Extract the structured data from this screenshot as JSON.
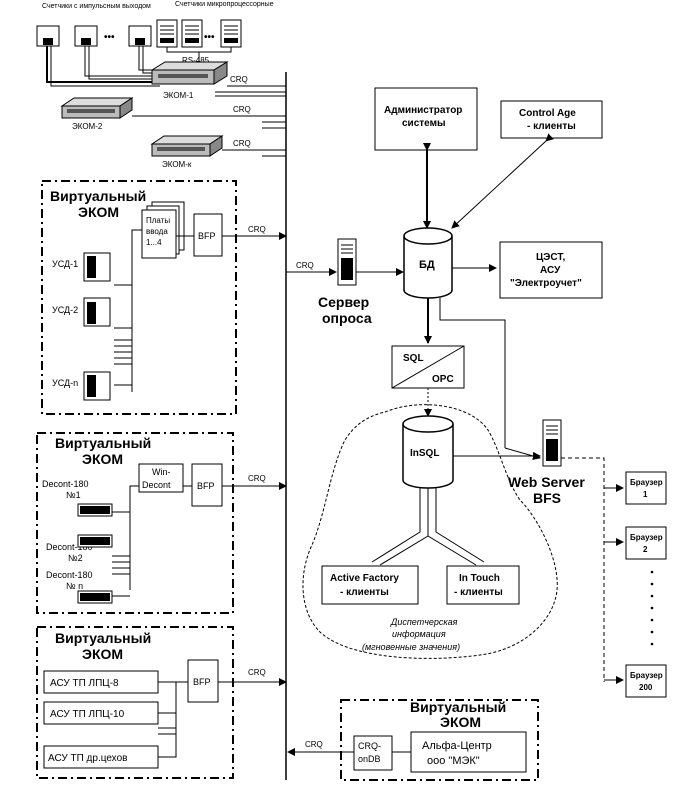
{
  "top": {
    "meters_impulse": "Счетчики с импульсным выходом",
    "meters_micro": "Счетчики микропроцессорные",
    "ellipsis": "•••",
    "rs485": "RS-485",
    "ekom1": "ЭКОМ-1",
    "ekom2": "ЭКОМ-2",
    "ekomk": "ЭКОМ-к",
    "crq": "CRQ"
  },
  "v1": {
    "title1": "Виртуальный",
    "title2": "ЭКОМ",
    "boards1": "Платы",
    "boards2": "ввода",
    "boards3": "1...4",
    "usd1": "УСД-1",
    "usd2": "УСД-2",
    "usdn": "УСД-n",
    "bfp": "BFP",
    "crq": "CRQ"
  },
  "v2": {
    "title1": "Виртуальный",
    "title2": "ЭКОМ",
    "win1": "Win-",
    "win2": "Decont",
    "d1a": "Decont-180",
    "d1b": "№1",
    "d2a": "Decont-180",
    "d2b": "№2",
    "dna": "Decont-180",
    "dnb": "№ n",
    "bfp": "BFP",
    "crq": "CRQ"
  },
  "v3": {
    "title1": "Виртуальный",
    "title2": "ЭКОМ",
    "a1": "АСУ ТП ЛПЦ-8",
    "a2": "АСУ ТП ЛПЦ-10",
    "a3": "АСУ ТП др.цехов",
    "bfp": "BFP",
    "crq": "CRQ"
  },
  "v4": {
    "title1": "Виртуальный",
    "title2": "ЭКОМ",
    "crq1": "CRQ-",
    "crq2": "onDB",
    "alfa1": "Альфа-Центр",
    "alfa2": "ооо \"МЭК\"",
    "crq": "CRQ"
  },
  "server": {
    "crq": "CRQ",
    "label1": "Сервер",
    "label2": "опроса"
  },
  "core": {
    "admin1": "Администратор",
    "admin2": "системы",
    "control1": "Control Age",
    "control2": "- клиенты",
    "db": "БД",
    "tsest1": "ЦЭСТ,",
    "tsest2": "АСУ",
    "tsest3": "\"Электроучет\"",
    "sql": "SQL",
    "opc": "OPC",
    "insql": "InSQL",
    "af1": "Active Factory",
    "af2": "- клиенты",
    "it1": "In Touch",
    "it2": "- клиенты",
    "disp1": "Диспетчерская",
    "disp2": "информация",
    "disp3": "(мгновенные значения)",
    "web1": "Web Server",
    "web2": "BFS"
  },
  "browsers": {
    "name": "Браузер",
    "n1": "1",
    "n2": "2",
    "n200": "200"
  }
}
